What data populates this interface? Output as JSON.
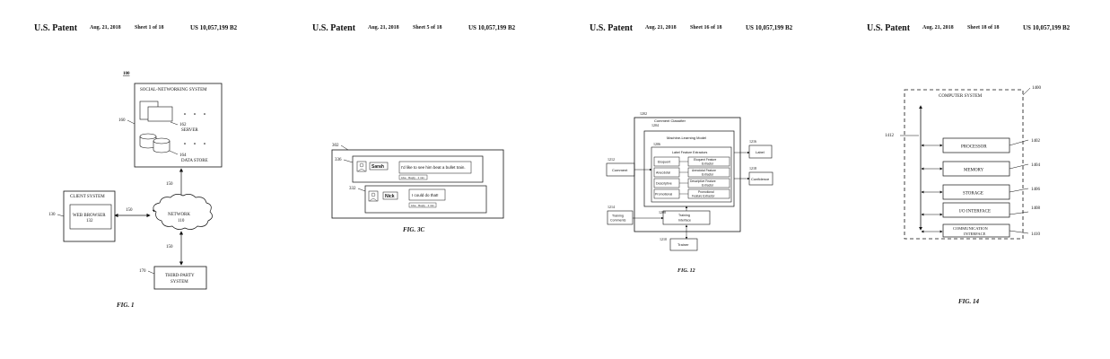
{
  "headers": [
    {
      "patent": "U.S. Patent",
      "date": "Aug. 21, 2018",
      "sheet": "Sheet 1 of 18",
      "number": "US 10,057,199 B2"
    },
    {
      "patent": "U.S. Patent",
      "date": "Aug. 21, 2018",
      "sheet": "Sheet 5 of 18",
      "number": "US 10,057,199 B2"
    },
    {
      "patent": "U.S. Patent",
      "date": "Aug. 21, 2018",
      "sheet": "Sheet 16 of 18",
      "number": "US 10,057,199 B2"
    },
    {
      "patent": "U.S. Patent",
      "date": "Aug. 21, 2018",
      "sheet": "Sheet 18 of 18",
      "number": "US 10,057,199 B2"
    }
  ],
  "fig1": {
    "caption": "FIG. 1",
    "ref_system": "100",
    "sns_title": "SOCIAL-NETWORKING SYSTEM",
    "ref_sns": "160",
    "ref_server": "162",
    "server": "SERVER",
    "ref_store": "164",
    "store": "DATA STORE",
    "ref_link": "150",
    "client_title": "CLIENT SYSTEM",
    "ref_client": "130",
    "browser": "WEB BROWSER",
    "ref_browser": "132",
    "network": "NETWORK",
    "ref_network": "110",
    "third_party_1": "THIRD-PARTY",
    "third_party_2": "SYSTEM",
    "ref_third": "170"
  },
  "fig3c": {
    "caption": "FIG. 3C",
    "ref_outer": "302",
    "ref_c1": "336",
    "name1": "Sarah",
    "msg1": "I'd like to see him beat a bullet train.",
    "meta1": "Like · Reply · 1 min",
    "ref_c2": "332",
    "name2": "Nick",
    "msg2": "I could do that!",
    "meta2": "Like · Reply · 1 min"
  },
  "fig12": {
    "caption": "FIG. 12",
    "ref_classifier": "1202",
    "classifier": "Comment Classifier",
    "ref_model": "1204",
    "model": "Machine-Learning Model",
    "ref_extractors": "1206",
    "extractors": "Label Feature Extractors",
    "labels": [
      "Eloquent",
      "Anecdotal",
      "Descriptive",
      "Promotional"
    ],
    "extractors_list": [
      [
        "Eloquent Feature",
        "Extractor"
      ],
      [
        "Anecdotal Feature",
        "Extractor"
      ],
      [
        "Descriptive Feature",
        "Extractor"
      ],
      [
        "Promotional",
        "Feature Extractor"
      ]
    ],
    "ref_comment": "1212",
    "comment": "Comment",
    "ref_label": "1216",
    "label": "Label",
    "ref_conf": "1218",
    "confidence": "Confidence",
    "ref_training": "1214",
    "training_1": "Training",
    "training_2": "Comments",
    "ref_ti": "1208",
    "ti_1": "Training",
    "ti_2": "Interface",
    "ref_trainer": "1210",
    "trainer": "Trainer"
  },
  "fig14": {
    "caption": "FIG. 14",
    "title": "COMPUTER SYSTEM",
    "ref_system": "1400",
    "ref_bus": "1412",
    "components": [
      {
        "label1": "PROCESSOR",
        "label2": "",
        "ref": "1402"
      },
      {
        "label1": "MEMORY",
        "label2": "",
        "ref": "1404"
      },
      {
        "label1": "STORAGE",
        "label2": "",
        "ref": "1406"
      },
      {
        "label1": "I/O INTERFACE",
        "label2": "",
        "ref": "1408"
      },
      {
        "label1": "COMMUNICATION",
        "label2": "INTERFACE",
        "ref": "1410"
      }
    ]
  }
}
